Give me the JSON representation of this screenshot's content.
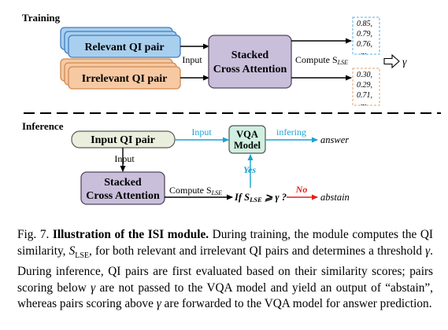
{
  "training": {
    "section_label": "Training",
    "relevant_label": "Relevant QI pair",
    "irrelevant_label": "Irrelevant QI pair",
    "input_label": "Input",
    "sca_line1": "Stacked",
    "sca_line2": "Cross Attention",
    "compute_label": "Compute S",
    "compute_sub": "LSE",
    "relevant_scores": [
      "0.85,",
      "0.79,",
      "0.76,",
      "..."
    ],
    "irrelevant_scores": [
      "0.30,",
      "0.29,",
      "0.71,",
      "..."
    ],
    "gamma": "γ"
  },
  "inference": {
    "section_label": "Inference",
    "qi_pair_label": "Input QI pair",
    "input_label_top": "Input",
    "input_label_down": "Input",
    "vqa_line1": "VQA",
    "vqa_line2": "Model",
    "infering_label": "infering",
    "answer_label": "answer",
    "yes_label": "Yes",
    "sca_line1": "Stacked",
    "sca_line2": "Cross Attention",
    "compute_label": "Compute S",
    "compute_sub": "LSE",
    "condition_if": "If S",
    "condition_sub": "LSE",
    "condition_rest": " ⩾ γ ?",
    "no_label": "No",
    "abstain_label": "abstain"
  },
  "caption": {
    "fig_label": "Fig. 7.",
    "bold_title": "Illustration of the ISI module.",
    "text_1": " During training, the module computes the QI similarity, ",
    "sim_symbol": "S",
    "sim_sub": "LSE",
    "text_2": ", for both relevant and irrelevant QI pairs and determines a threshold ",
    "gamma": "γ",
    "text_3": ". During inference, QI pairs are first evaluated based on their similarity scores; pairs scoring below ",
    "text_4": " are not passed to the VQA model and yield an output of “abstain”, whereas pairs scoring above ",
    "text_5": " are forwarded to the VQA model for answer prediction."
  },
  "colors": {
    "blue_fill": "#a9cfee",
    "blue_stroke": "#3f7fbf",
    "orange_fill": "#f7c9a3",
    "orange_stroke": "#d08a52",
    "purple_fill": "#c9bfdb",
    "purple_stroke": "#55485e",
    "vqa_fill": "#d0efe0",
    "qi_fill": "#e9efdc",
    "cyan": "#1aa2d2",
    "red": "#e81c1c"
  }
}
